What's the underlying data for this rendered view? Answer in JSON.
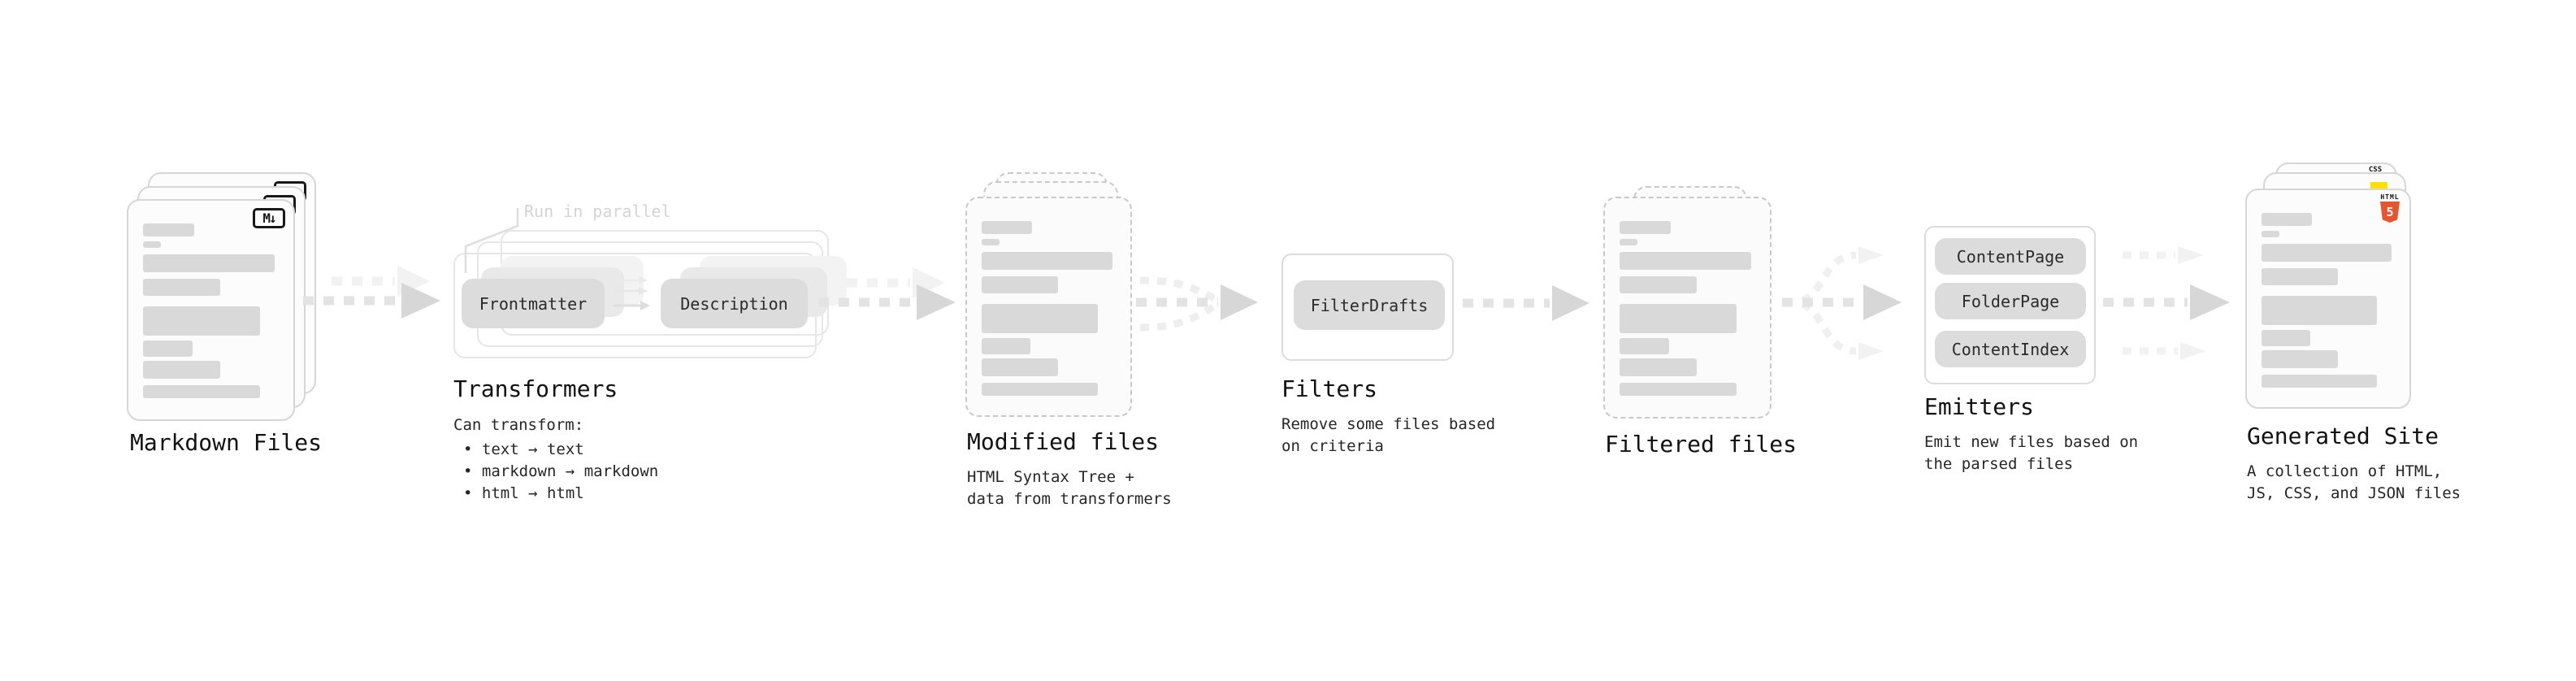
{
  "stages": {
    "markdown": {
      "label": "Markdown Files",
      "icon": "M↓"
    },
    "transformers": {
      "title": "Transformers",
      "note": "Run in parallel",
      "pills": [
        "Frontmatter",
        "Description"
      ],
      "desc": "Can transform:",
      "bullets": [
        "• text → text",
        "• markdown → markdown",
        "• html → html"
      ]
    },
    "modified": {
      "title": "Modified files",
      "desc": "HTML Syntax Tree +\ndata from transformers"
    },
    "filters": {
      "title": "Filters",
      "pill": "FilterDrafts",
      "desc": "Remove some files based\non criteria"
    },
    "filtered": {
      "title": "Filtered files"
    },
    "emitters": {
      "title": "Emitters",
      "pills": [
        "ContentPage",
        "FolderPage",
        "ContentIndex"
      ],
      "desc": "Emit new files based on\nthe parsed files"
    },
    "generated": {
      "title": "Generated Site",
      "desc": "A collection of HTML,\nJS, CSS, and JSON files",
      "css_label": "CSS",
      "html_label": "HTML",
      "html_number": "5"
    }
  },
  "colors": {
    "arrow_dash": "#e3e3e3",
    "arrow_head": "#d7d7d7",
    "arrow_ghost": "#f2f2f2",
    "card_border": "#d6d6d6",
    "bar": "#d9d9d9",
    "pill_bg": "#dcdcdc",
    "html5_orange": "#e8542d",
    "js_yellow": "#ffe000",
    "css_blue": "#2965f1"
  }
}
